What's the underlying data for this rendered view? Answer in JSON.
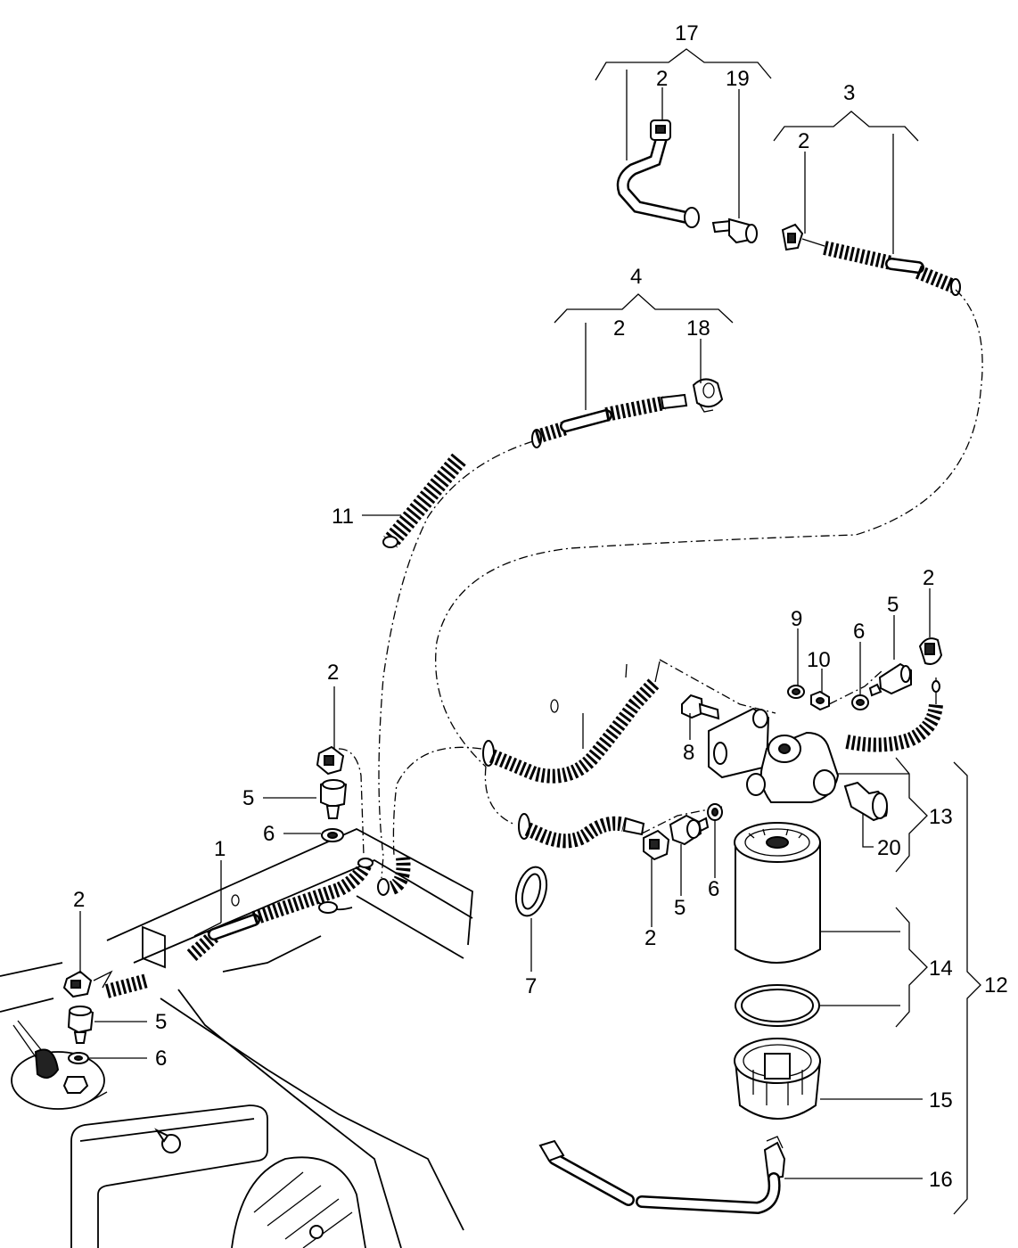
{
  "labels": {
    "l1": "1",
    "l2_top": "2",
    "l2_hose3": "2",
    "l2_hose4": "2",
    "l2_right": "2",
    "l2_mid": "2",
    "l2_filter": "2",
    "l2_left": "2",
    "l3": "3",
    "l4": "4",
    "l5_right": "5",
    "l5_mid": "5",
    "l5_filter": "5",
    "l5_left": "5",
    "l6_right": "6",
    "l6_mid": "6",
    "l6_filter": "6",
    "l6_left": "6",
    "l7": "7",
    "l8": "8",
    "l9": "9",
    "l10": "10",
    "l11": "11",
    "l12": "12",
    "l13": "13",
    "l14": "14",
    "l15": "15",
    "l16": "16",
    "l17": "17",
    "l18": "18",
    "l19": "19",
    "l20": "20"
  }
}
